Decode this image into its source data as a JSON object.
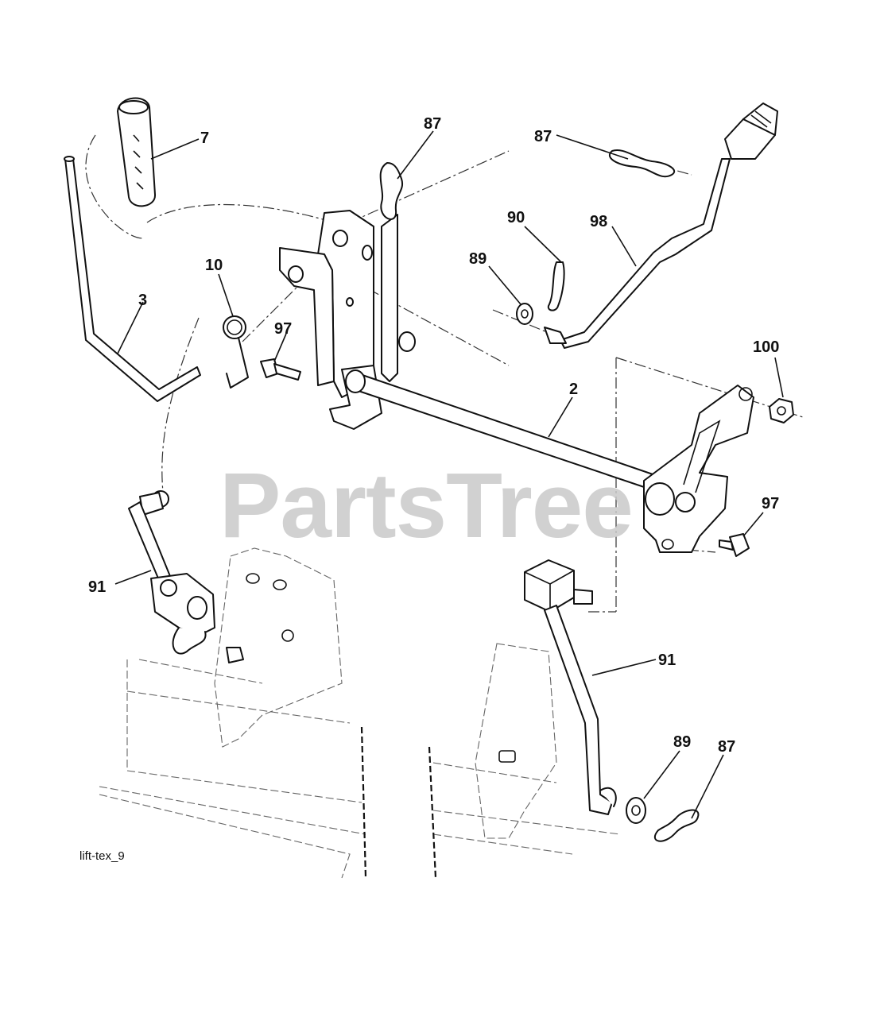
{
  "watermark": "PartsTree",
  "caption": "lift-tex_9",
  "callouts": {
    "c_7": "7",
    "c_3": "3",
    "c_10": "10",
    "c_97_top": "97",
    "c_87_top": "87",
    "c_87_right": "87",
    "c_90": "90",
    "c_89_top": "89",
    "c_98": "98",
    "c_100": "100",
    "c_2": "2",
    "c_97_right": "97",
    "c_91_left": "91",
    "c_91_right": "91",
    "c_89_bottom": "89",
    "c_87_bottom": "87"
  },
  "colors": {
    "line": "#111111",
    "watermark": "#c9c9c9",
    "background": "#ffffff"
  }
}
